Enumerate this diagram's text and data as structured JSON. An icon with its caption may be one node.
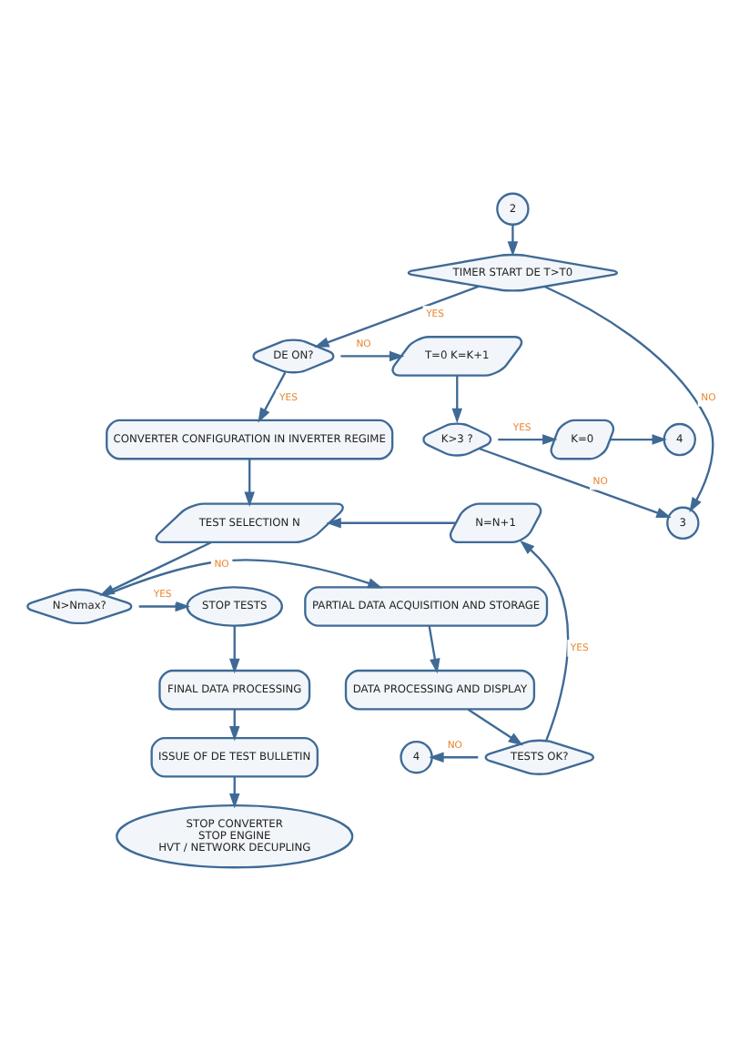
{
  "diagram": {
    "nodes": [
      {
        "text": [
          "2"
        ]
      },
      {
        "text": [
          "3"
        ]
      },
      {
        "text": [
          "TIMER START DE T>T0"
        ]
      },
      {
        "text": [
          "DE ON?"
        ]
      },
      {
        "text": [
          "T=0 K=K+1"
        ]
      },
      {
        "text": [
          "K>3 ?"
        ]
      },
      {
        "text": [
          "K=0"
        ]
      },
      {
        "text": [
          "4"
        ]
      },
      {
        "text": [
          "CONVERTER CONFIGURATION IN INVERTER REGIME"
        ]
      },
      {
        "text": [
          "TEST SELECTION N"
        ]
      },
      {
        "text": [
          "N=N+1"
        ]
      },
      {
        "text": [
          "STOP TESTS"
        ]
      },
      {
        "text": [
          "N>Nmax?"
        ]
      },
      {
        "text": [
          "PARTIAL DATA ACQUISITION AND STORAGE"
        ]
      },
      {
        "text": [
          "FINAL DATA PROCESSING"
        ]
      },
      {
        "text": [
          "DATA PROCESSING AND DISPLAY"
        ]
      },
      {
        "text": [
          "ISSUE OF DE TEST BULLETIN"
        ]
      },
      {
        "text": [
          "4"
        ]
      },
      {
        "text": [
          "TESTS OK?"
        ]
      },
      {
        "text": [
          "STOP CONVERTER",
          "STOP ENGINE",
          "HVT / NETWORK DECUPLING"
        ]
      }
    ],
    "edges": [
      {
        "from": 0,
        "to": 2,
        "arrow": "to"
      },
      {
        "from": 2,
        "to": 3,
        "arrow": "to",
        "label": "YES"
      },
      {
        "from": 2,
        "to": 1,
        "arrow": "to",
        "label": "NO"
      },
      {
        "from": 5,
        "to": 1,
        "arrow": "to",
        "label": "NO"
      },
      {
        "from": 3,
        "to": 4,
        "arrow": "to",
        "label": "NO"
      },
      {
        "from": 3,
        "to": 8,
        "arrow": "to",
        "label": "YES"
      },
      {
        "from": 4,
        "to": 5,
        "arrow": "to"
      },
      {
        "from": 5,
        "to": 6,
        "arrow": "to",
        "label": "YES"
      },
      {
        "from": 6,
        "to": 7,
        "arrow": "to"
      },
      {
        "from": 8,
        "to": 9,
        "arrow": "to"
      },
      {
        "from": 10,
        "to": 9,
        "arrow": "to"
      },
      {
        "from": 9,
        "to": 12,
        "arrow": "to"
      },
      {
        "from": 12,
        "to": 11,
        "arrow": "to",
        "label": "YES"
      },
      {
        "from": 12,
        "to": 13,
        "arrow": "to",
        "label": "NO"
      },
      {
        "from": 13,
        "to": 15,
        "arrow": "to"
      },
      {
        "from": 15,
        "to": 18,
        "arrow": "to"
      },
      {
        "from": 18,
        "to": 17,
        "arrow": "to",
        "label": "NO"
      },
      {
        "from": 18,
        "to": 10,
        "arrow": "to",
        "label": "YES"
      },
      {
        "from": 11,
        "to": 14,
        "arrow": "to"
      },
      {
        "from": 14,
        "to": 16,
        "arrow": "to"
      },
      {
        "from": 16,
        "to": 19,
        "arrow": "to"
      }
    ]
  }
}
